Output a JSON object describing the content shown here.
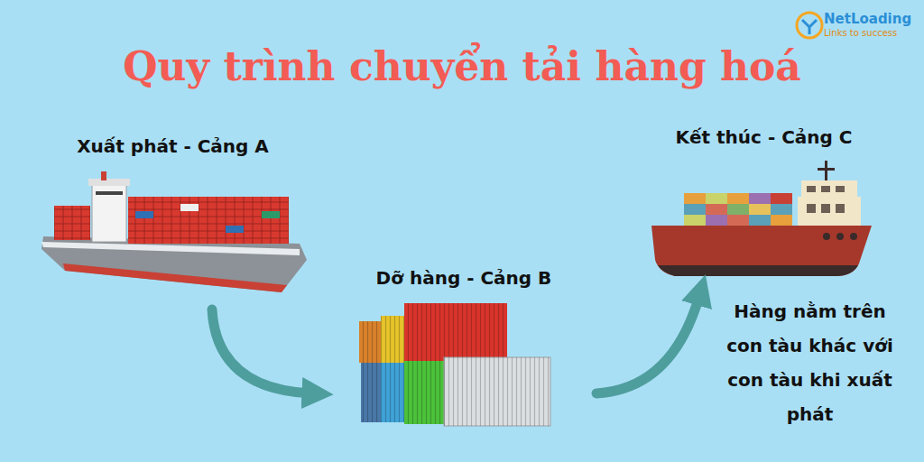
{
  "diagram": {
    "title": "Quy trình chuyển tải hàng hoá",
    "nodes": [
      {
        "text": [
          "Xuất phát - Cảng A"
        ]
      },
      {
        "text": [
          "Dỡ hàng - Cảng B"
        ]
      },
      {
        "text": [
          "Kết thúc - Cảng C"
        ]
      }
    ],
    "edges": [
      {
        "from": 0,
        "to": 1,
        "arrow": "to"
      },
      {
        "from": 1,
        "to": 2,
        "arrow": "to"
      }
    ],
    "labels": [
      "NetLoading",
      "Links to success",
      "Hàng nằm trên con tàu khác với con tàu khi xuất phát"
    ]
  }
}
